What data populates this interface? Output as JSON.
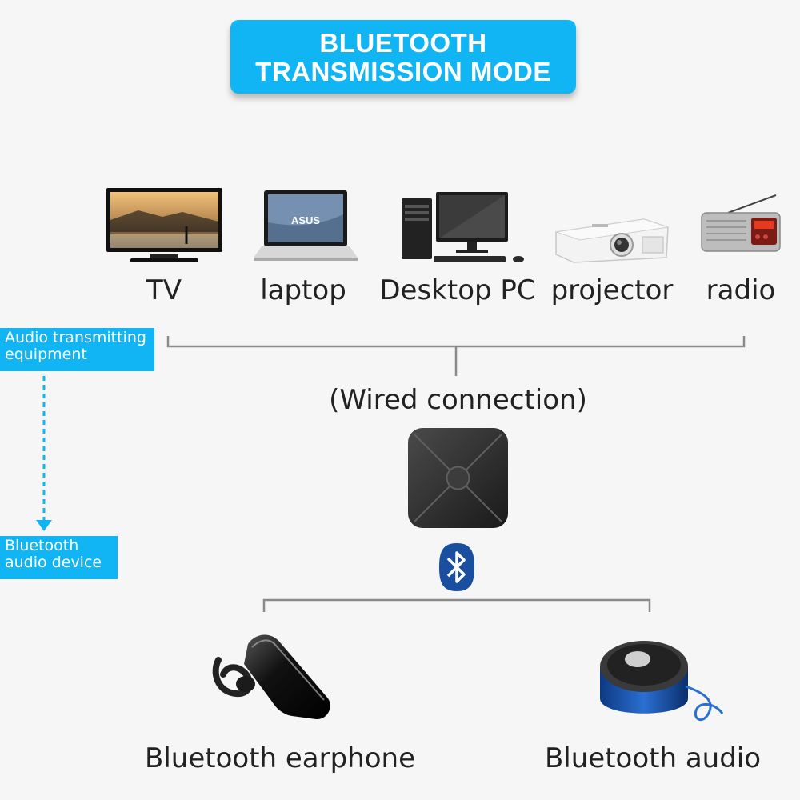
{
  "title": {
    "line1": "BLUETOOTH",
    "line2": "TRANSMISSION MODE"
  },
  "devices": [
    {
      "label": "TV",
      "icon": "tv-icon"
    },
    {
      "label": "laptop",
      "icon": "laptop-icon"
    },
    {
      "label": "Desktop PC",
      "icon": "desktop-pc-icon"
    },
    {
      "label": "projector",
      "icon": "projector-icon"
    },
    {
      "label": "radio",
      "icon": "radio-icon"
    }
  ],
  "laptop_brand": "ASUS",
  "tags": {
    "transmitting": "Audio transmitting equipment",
    "receiving": "Bluetooth audio device"
  },
  "wired_connection": "(Wired connection)",
  "receivers": [
    {
      "label": "Bluetooth earphone",
      "icon": "earphone-icon"
    },
    {
      "label": "Bluetooth audio",
      "icon": "speaker-icon"
    }
  ],
  "colors": {
    "accent": "#12b5f3",
    "bluetooth": "#1a4fa0",
    "lines": "#8a8a8a",
    "speaker": "#2a6fd1"
  }
}
